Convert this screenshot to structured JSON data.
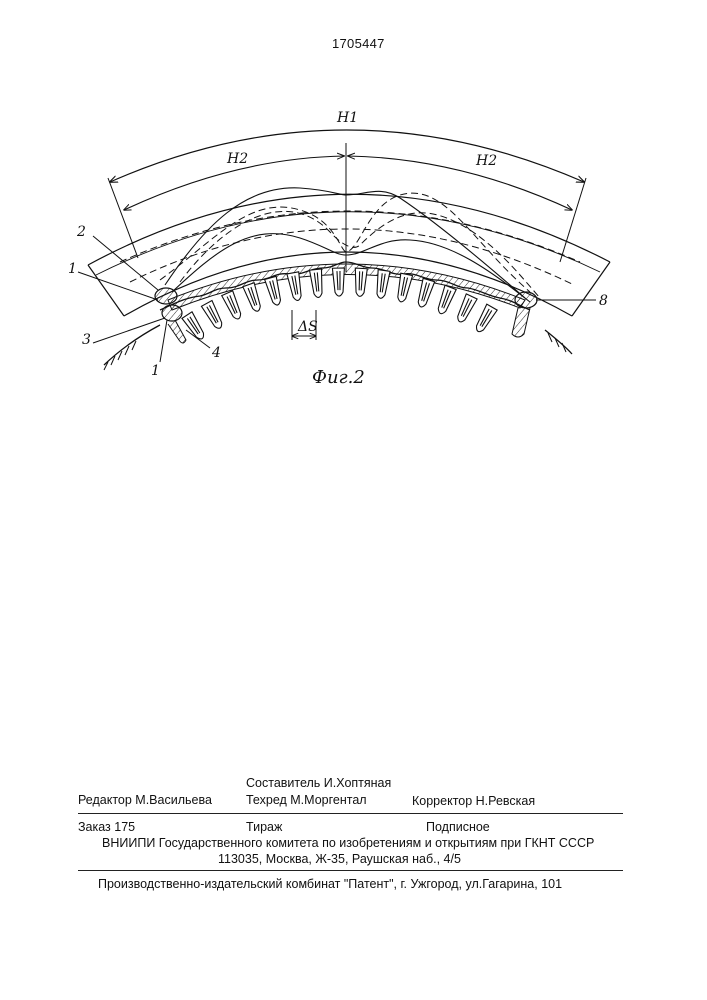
{
  "document": {
    "patent_number": "1705447"
  },
  "figure": {
    "caption": "Фиг.2",
    "dimensions": {
      "h1": "H1",
      "h2_left": "H2",
      "h2_right": "H2",
      "delta_s": "ΔS"
    },
    "callouts": {
      "c1_upper": "1",
      "c1_lower": "1",
      "c2": "2",
      "c3": "3",
      "c4": "4",
      "c8": "8"
    }
  },
  "imprint": {
    "compiler": "Составитель  И.Хоптяная",
    "editor": "Редактор  М.Васильева",
    "techred": "Техред М.Моргентал",
    "corrector": "Корректор  Н.Ревская",
    "order": "Заказ 175",
    "circulation": "Тираж",
    "subscription": "Подписное",
    "institute": "ВНИИПИ Государственного комитета по изобретениям и открытиям при ГКНТ СССР",
    "address": "113035, Москва, Ж-35, Раушская наб., 4/5",
    "publisher": "Производственно-издательский комбинат \"Патент\", г. Ужгород, ул.Гагарина, 101"
  }
}
